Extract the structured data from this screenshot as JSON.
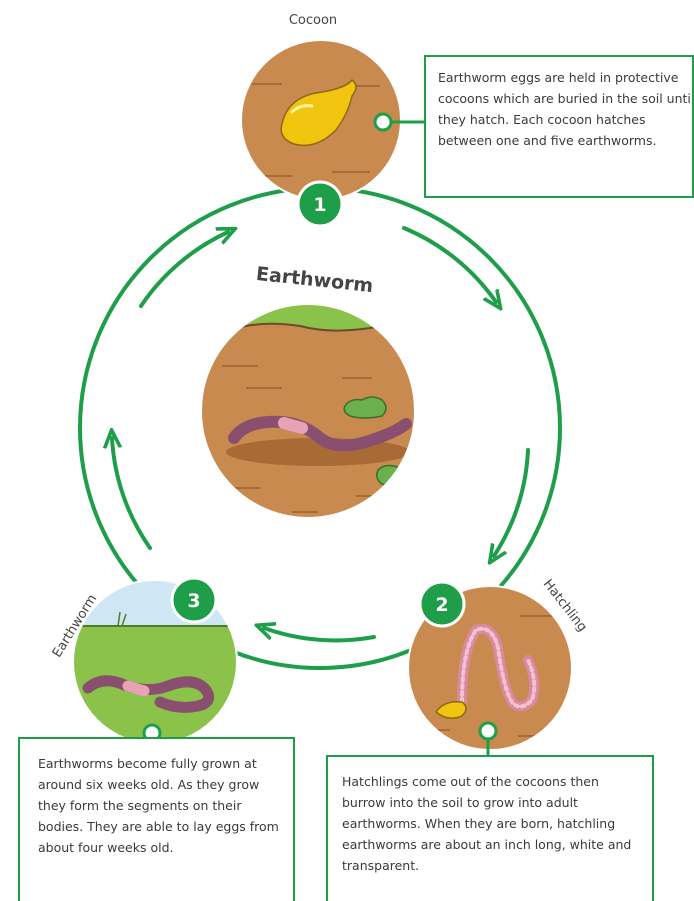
{
  "center": {
    "title": "Earthworm"
  },
  "stages": [
    {
      "number": "1",
      "label": "Cocoon",
      "description": "Earthworm eggs are held in protective cocoons which are buried in the soil until they hatch. Each cocoon hatches between one and five earthworms."
    },
    {
      "number": "2",
      "label": "Hatchling",
      "description": "Hatchlings come out of the cocoons then burrow into the soil to grow into adult earthworms. When they are born, hatchling earthworms are about an inch long, white and transparent."
    },
    {
      "number": "3",
      "label": "Earthworm",
      "description": "Earthworms become fully grown at around six weeks old. As they grow they form the segments on their bodies. They are able to lay eggs from about four weeks old."
    }
  ],
  "colors": {
    "accent": "#1f9e4a",
    "soil": "#c98a4f",
    "soil_dark": "#a86b35",
    "grass": "#8bc34a",
    "sky": "#cfe6f5",
    "worm": "#8a4f6e",
    "egg": "#f1c40f"
  }
}
